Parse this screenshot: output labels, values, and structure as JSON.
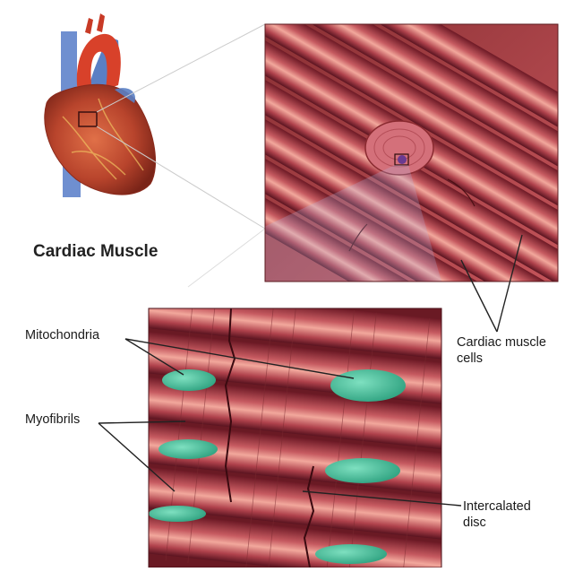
{
  "figure": {
    "title": "Cardiac Muscle"
  },
  "labels": {
    "mitochondria": "Mitochondria",
    "myofibrils": "Myofibrils",
    "cardiac_muscle_cells_line1": "Cardiac muscle",
    "cardiac_muscle_cells_line2": "cells",
    "intercalated_disc_line1": "Intercalated",
    "intercalated_disc_line2": "disc"
  },
  "colors": {
    "muscle_dark": "#7a1e2a",
    "muscle_mid": "#c4505a",
    "muscle_light": "#f0a59a",
    "mitochondria": "#3fbf98",
    "heart_red": "#c0402e",
    "vessel_blue": "#5a7fc4",
    "leader_line": "#222222"
  }
}
